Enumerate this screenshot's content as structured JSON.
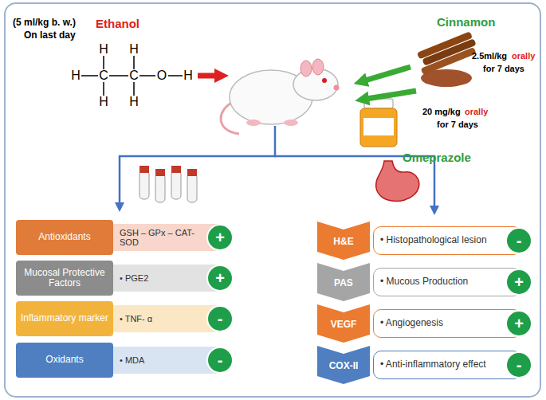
{
  "diagram": {
    "nodes": [
      {
        "text": [
          "Antioxidants"
        ]
      },
      {
        "text": [
          "GSH – GPx – CAT-SOD"
        ]
      },
      {
        "text": [
          "+"
        ]
      },
      {
        "text": [
          "Mucosal Protective Factors"
        ]
      },
      {
        "text": [
          "• PGE2"
        ]
      },
      {
        "text": [
          "+"
        ]
      },
      {
        "text": [
          "Inflammatory marker"
        ]
      },
      {
        "text": [
          "• TNF- α"
        ]
      },
      {
        "text": [
          "-"
        ]
      },
      {
        "text": [
          "Oxidants"
        ]
      },
      {
        "text": [
          "• MDA"
        ]
      },
      {
        "text": [
          "-"
        ]
      },
      {
        "text": [
          "H&E"
        ]
      },
      {
        "text": [
          "• Histopathological lesion"
        ]
      },
      {
        "text": [
          "-"
        ]
      },
      {
        "text": [
          "PAS"
        ]
      },
      {
        "text": [
          "• Mucous Production"
        ]
      },
      {
        "text": [
          "+"
        ]
      },
      {
        "text": [
          "VEGF"
        ]
      },
      {
        "text": [
          "• Angiogenesis"
        ]
      },
      {
        "text": [
          "+"
        ]
      },
      {
        "text": [
          "COX-II"
        ]
      },
      {
        "text": [
          "• Anti-inflammatory effect"
        ]
      },
      {
        "text": [
          "-"
        ]
      }
    ],
    "labels": [
      "(5 ml/kg b. w.)",
      "On last day",
      "Ethanol",
      "H",
      "H",
      "H",
      "C",
      "C",
      "O",
      "H",
      "H",
      "H",
      "Cinnamon",
      "2.5ml/kg",
      "orally",
      "for 7 days",
      "Omeprazole",
      "20 mg/kg",
      "orally",
      "for 7 days"
    ]
  }
}
